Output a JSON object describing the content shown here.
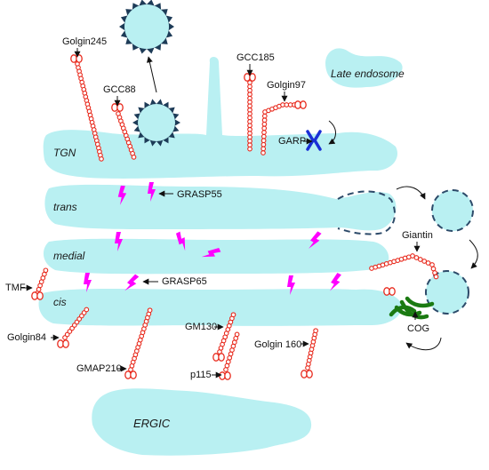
{
  "colors": {
    "cisterna": "#b9f0f2",
    "tether": "#e8291c",
    "grasp": "#ff00ff",
    "garp": "#1a2fd6",
    "cog": "#1b7a12",
    "vesicle_coat": "#1d3b57",
    "vesicle_fill": "#b9f0f2"
  },
  "cisternae": {
    "tgn": "TGN",
    "trans": "trans",
    "medial": "medial",
    "cis": "cis",
    "ergic": "ERGIC"
  },
  "compartments": {
    "late_endosome": "Late endosome"
  },
  "proteins": {
    "golgin245": "Golgin245",
    "gcc88": "GCC88",
    "gcc185": "GCC185",
    "golgin97": "Golgin97",
    "garp": "GARP",
    "grasp55": "GRASP55",
    "giantin": "Giantin",
    "tmf": "TMF",
    "grasp65": "GRASP65",
    "golgin84": "Golgin84",
    "gmap210": "GMAP210",
    "gm130": "GM130",
    "p115": "p115",
    "golgin160": "Golgin 160",
    "cog": "COG"
  }
}
